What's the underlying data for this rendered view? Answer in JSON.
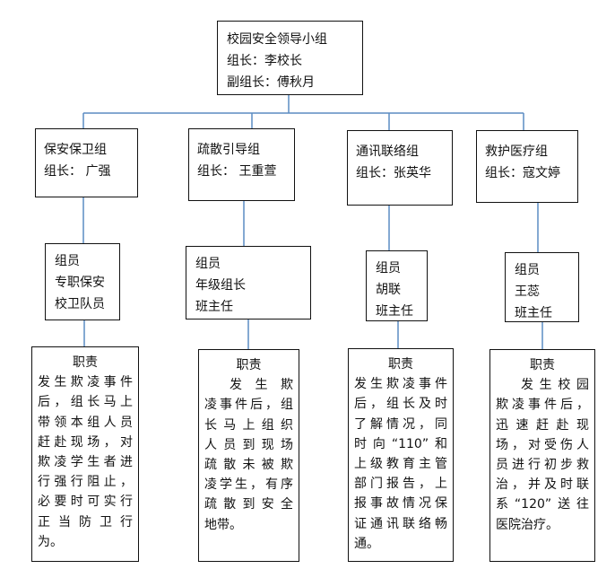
{
  "leader": {
    "title": "校园安全领导小组",
    "head": "组长：李校长",
    "deputy": "副组长：傅秋月"
  },
  "groups": [
    {
      "name": "保安保卫组",
      "leader": "组长：  广强",
      "members": [
        "组员",
        "专职保安",
        "校卫队员"
      ],
      "duty_title": "职责",
      "duty_lines": [
        "发生欺凌事件",
        "后，组长马上",
        "带领本组人员",
        "赶赴现场，对",
        "欺凌学生者进",
        "行强行阻止，",
        "必要时可实行",
        "正 当 防 卫 行",
        "为。"
      ]
    },
    {
      "name": "疏散引导组",
      "leader": "组长：  王重萱",
      "members": [
        "组员",
        "年级组长",
        "班主任"
      ],
      "duty_title": "职责",
      "duty_lines": [
        "发 生 欺",
        "凌事件后，组",
        "长马上组织",
        "人员到现场",
        "疏散未被欺",
        "凌学生，有序",
        "疏散到安全",
        "地带。"
      ]
    },
    {
      "name": "通讯联络组",
      "leader": "组长：张英华",
      "members": [
        "组员",
        "胡联",
        "班主任"
      ],
      "duty_title": "职责",
      "duty_lines": [
        "发生欺凌事件",
        "后，组长及时",
        "了解情况，同",
        "时向“110”和",
        "上级教育主管",
        "部门报告，上",
        "报事故情况保",
        "证通讯联络畅",
        "通。"
      ]
    },
    {
      "name": "救护医疗组",
      "leader": "组长：寇文婷",
      "members": [
        "组员",
        "王蕊",
        "班主任"
      ],
      "duty_title": "职责",
      "duty_lines": [
        "发生校园",
        "欺凌事件后，",
        "迅速赶赴现",
        "场，对受伤人",
        "员进行初步救",
        "治，并及时联",
        "系“120”送往",
        "医院治疗。"
      ]
    }
  ],
  "colors": {
    "connector": "#5b8cc2",
    "border": "#111111"
  }
}
